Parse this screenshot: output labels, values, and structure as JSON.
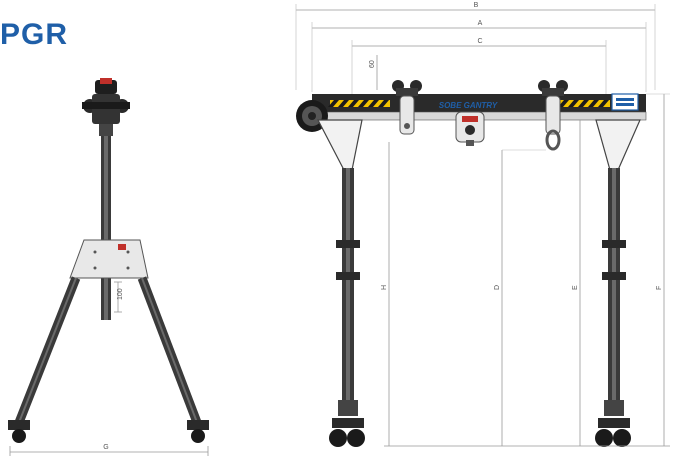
{
  "title": "PGR",
  "side_view": {
    "dim_g": "G",
    "dim_100": "100"
  },
  "front_view": {
    "dim_b": "B",
    "dim_a": "A",
    "dim_c": "C",
    "dim_60": "60",
    "dim_h": "H",
    "dim_d": "D",
    "dim_e": "E",
    "dim_f": "F",
    "beam_label": "SOBE GANTRY"
  },
  "colors": {
    "title": "#1f5fa8",
    "frame": "#2a2a2a",
    "leg": "#3a3a3a",
    "plate": "#e8e8e8",
    "stripe_yellow": "#f2c200",
    "accent_red": "#c0302a",
    "accent_blue": "#1f5fa8",
    "dim_line": "#999999"
  }
}
